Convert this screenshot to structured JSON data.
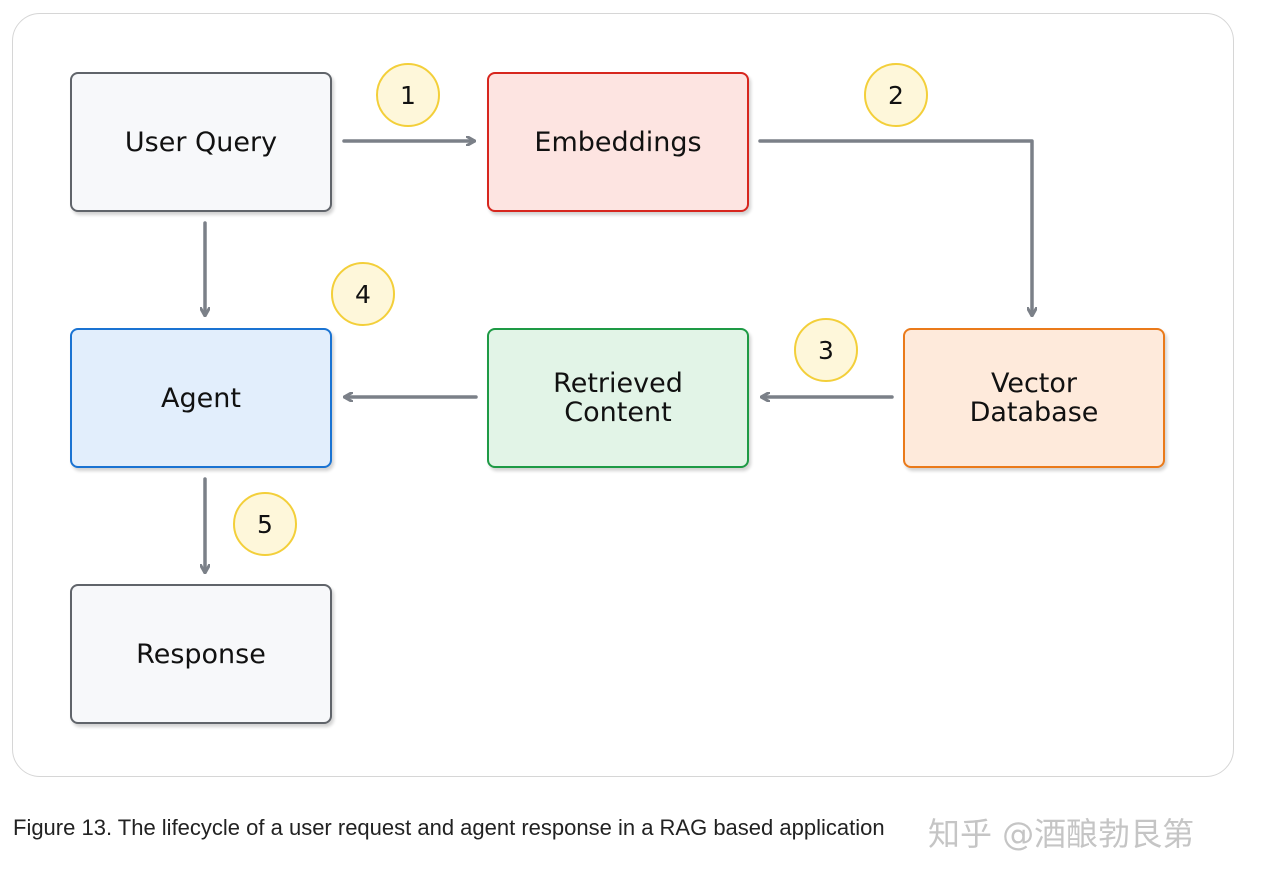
{
  "diagram": {
    "nodes": {
      "user_query": "User Query",
      "embeddings": "Embeddings",
      "agent": "Agent",
      "retrieved_content": "Retrieved\nContent",
      "vector_database": "Vector\nDatabase",
      "response": "Response"
    },
    "steps": {
      "s1": "1",
      "s2": "2",
      "s3": "3",
      "s4": "4",
      "s5": "5"
    },
    "colors": {
      "arrow": "#7b8088",
      "step_border": "#f3cf3a",
      "step_fill": "#fef7da",
      "embeddings": "#d7261e",
      "agent": "#1a73d2",
      "retrieved_content": "#1e9a45",
      "vector_database": "#ea7a1a",
      "neutral": "#60646a"
    }
  },
  "caption": "Figure 13. The lifecycle of a user request and agent response in a RAG based application",
  "watermark": "知乎 @酒酿勃艮第"
}
